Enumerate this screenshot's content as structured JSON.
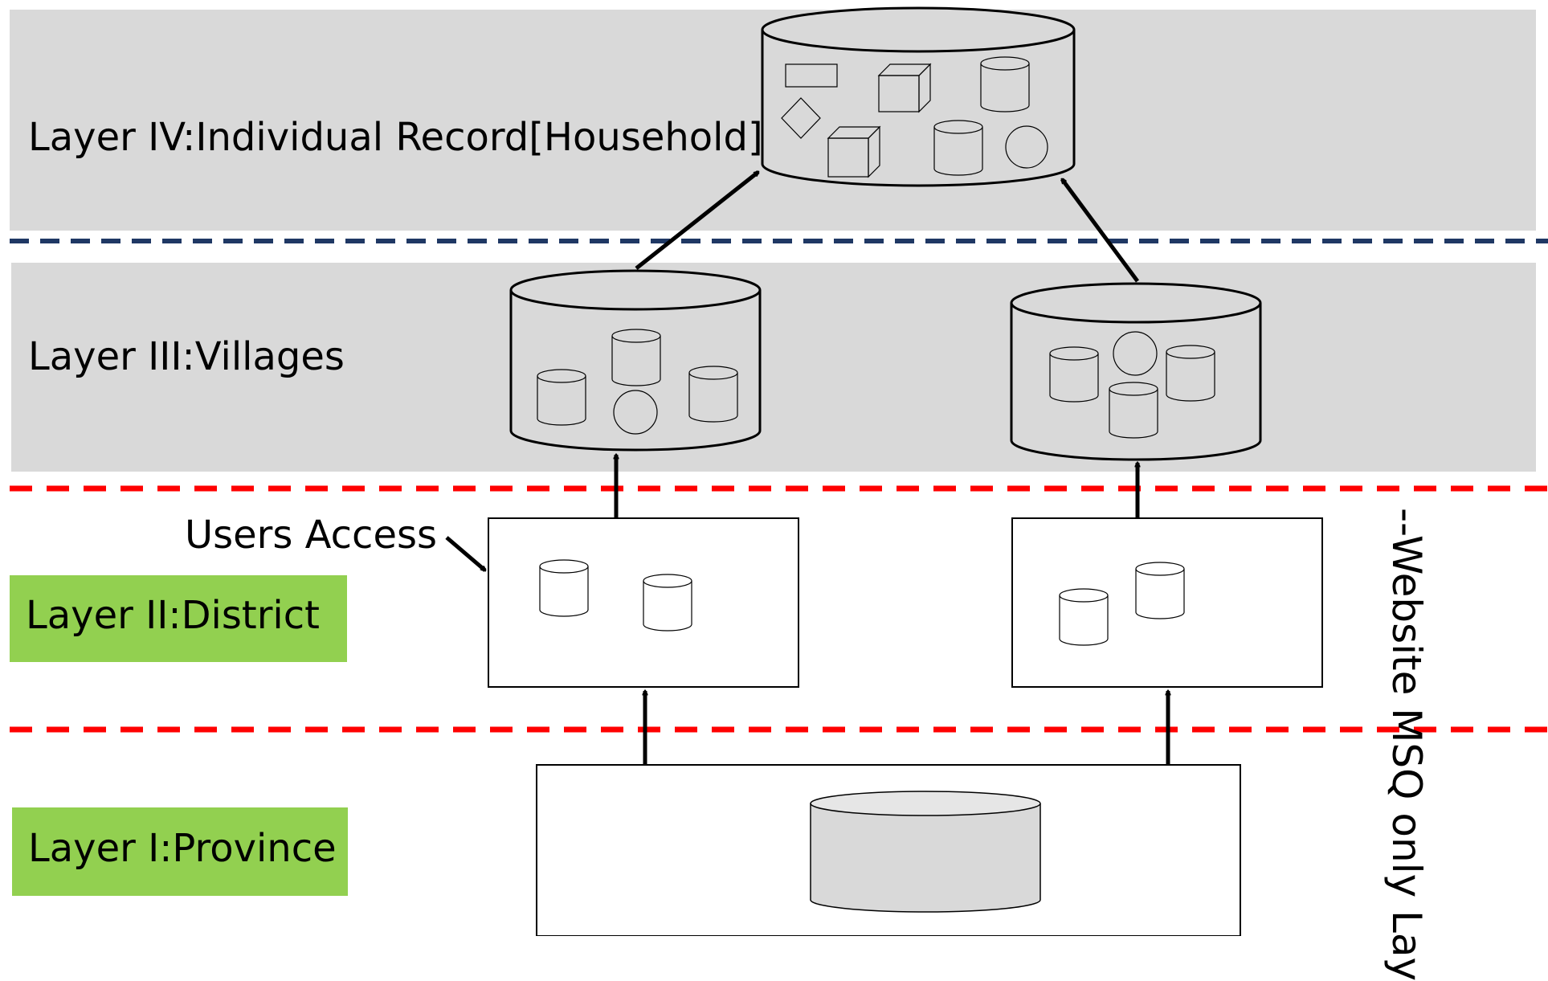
{
  "layers": {
    "layer4_label": "Layer IV:Individual Record[Household]",
    "layer3_label": "Layer III:Villages",
    "layer2_label": "Layer II:District",
    "layer1_label": "Layer I:Province"
  },
  "annotations": {
    "users_access": "Users Access",
    "website_note": "--Website MSQ only Lay"
  },
  "colors": {
    "band_gray": "#d9d9d9",
    "layer_green": "#92d050",
    "divider_navy": "#1f3864",
    "divider_red": "#ff0000"
  }
}
